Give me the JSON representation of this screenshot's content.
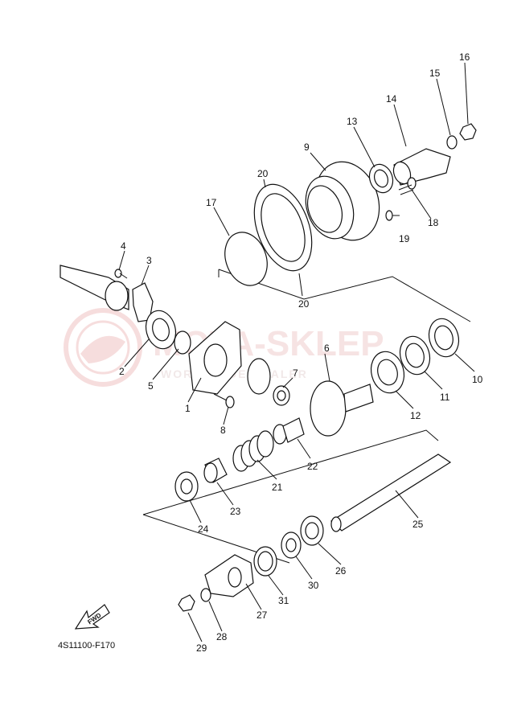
{
  "diagram": {
    "code": "4S11100-F170",
    "fwd_label": "FWD",
    "watermark": {
      "main": "MOTA-SKLEP",
      "sub": "WORLDWIDE DEALER"
    },
    "callouts": [
      {
        "id": "c1",
        "text": "1"
      },
      {
        "id": "c2",
        "text": "2"
      },
      {
        "id": "c3",
        "text": "3"
      },
      {
        "id": "c4",
        "text": "4"
      },
      {
        "id": "c5",
        "text": "5"
      },
      {
        "id": "c6",
        "text": "6"
      },
      {
        "id": "c7",
        "text": "7"
      },
      {
        "id": "c8",
        "text": "8"
      },
      {
        "id": "c9",
        "text": "9"
      },
      {
        "id": "c10",
        "text": "10"
      },
      {
        "id": "c11",
        "text": "11"
      },
      {
        "id": "c12",
        "text": "12"
      },
      {
        "id": "c13",
        "text": "13"
      },
      {
        "id": "c14",
        "text": "14"
      },
      {
        "id": "c15",
        "text": "15"
      },
      {
        "id": "c16",
        "text": "16"
      },
      {
        "id": "c17",
        "text": "17"
      },
      {
        "id": "c18",
        "text": "18"
      },
      {
        "id": "c19",
        "text": "19"
      },
      {
        "id": "c20a",
        "text": "20"
      },
      {
        "id": "c20b",
        "text": "20"
      },
      {
        "id": "c21",
        "text": "21"
      },
      {
        "id": "c22",
        "text": "22"
      },
      {
        "id": "c23",
        "text": "23"
      },
      {
        "id": "c24",
        "text": "24"
      },
      {
        "id": "c25",
        "text": "25"
      },
      {
        "id": "c26",
        "text": "26"
      },
      {
        "id": "c27",
        "text": "27"
      },
      {
        "id": "c28",
        "text": "28"
      },
      {
        "id": "c29",
        "text": "29"
      },
      {
        "id": "c30",
        "text": "30"
      },
      {
        "id": "c31",
        "text": "31"
      }
    ]
  }
}
